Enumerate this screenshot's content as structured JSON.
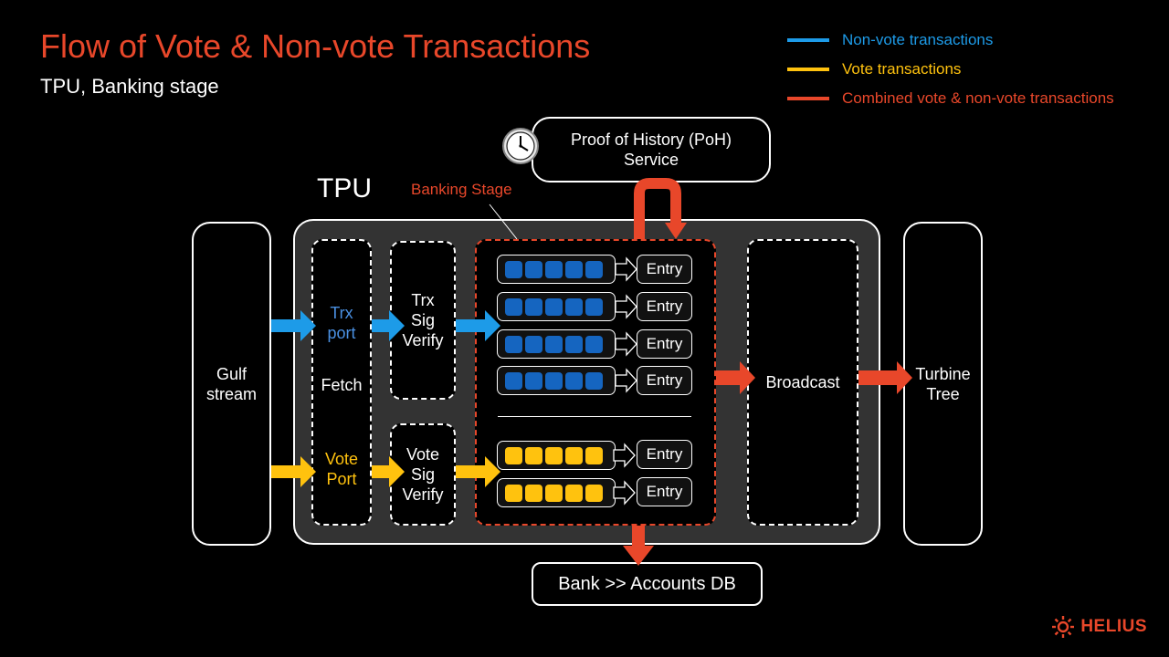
{
  "title": "Flow of Vote & Non-vote Transactions",
  "subtitle": "TPU, Banking stage",
  "legend": [
    {
      "label": "Non-vote transactions",
      "color": "#1d9be8"
    },
    {
      "label": "Vote transactions",
      "color": "#ffc20e"
    },
    {
      "label": "Combined vote & non-vote transactions",
      "color": "#e8472a"
    }
  ],
  "colors": {
    "non_vote": "#1d9be8",
    "vote": "#ffc20e",
    "combined": "#e8472a",
    "tpu_bg": "#333333"
  },
  "poh": {
    "line1": "Proof of History (PoH)",
    "line2": "Service",
    "icon": "clock-icon"
  },
  "tpu_label": "TPU",
  "banking_stage_label": "Banking Stage",
  "gulf_stream": {
    "line1": "Gulf",
    "line2": "stream"
  },
  "fetch": {
    "trx_port": {
      "line1": "Trx",
      "line2": "port"
    },
    "label": "Fetch",
    "vote_port": {
      "line1": "Vote",
      "line2": "Port"
    }
  },
  "trx_sig_verify": {
    "line1": "Trx",
    "line2": "Sig",
    "line3": "Verify"
  },
  "vote_sig_verify": {
    "line1": "Vote",
    "line2": "Sig",
    "line3": "Verify"
  },
  "entry_label": "Entry",
  "non_vote_queues": [
    {
      "entry": "Entry"
    },
    {
      "entry": "Entry"
    },
    {
      "entry": "Entry"
    },
    {
      "entry": "Entry"
    }
  ],
  "vote_queues": [
    {
      "entry": "Entry"
    },
    {
      "entry": "Entry"
    }
  ],
  "broadcast": "Broadcast",
  "turbine": {
    "line1": "Turbine",
    "line2": "Tree"
  },
  "bank": "Bank >> Accounts DB",
  "brand": "HELIUS"
}
